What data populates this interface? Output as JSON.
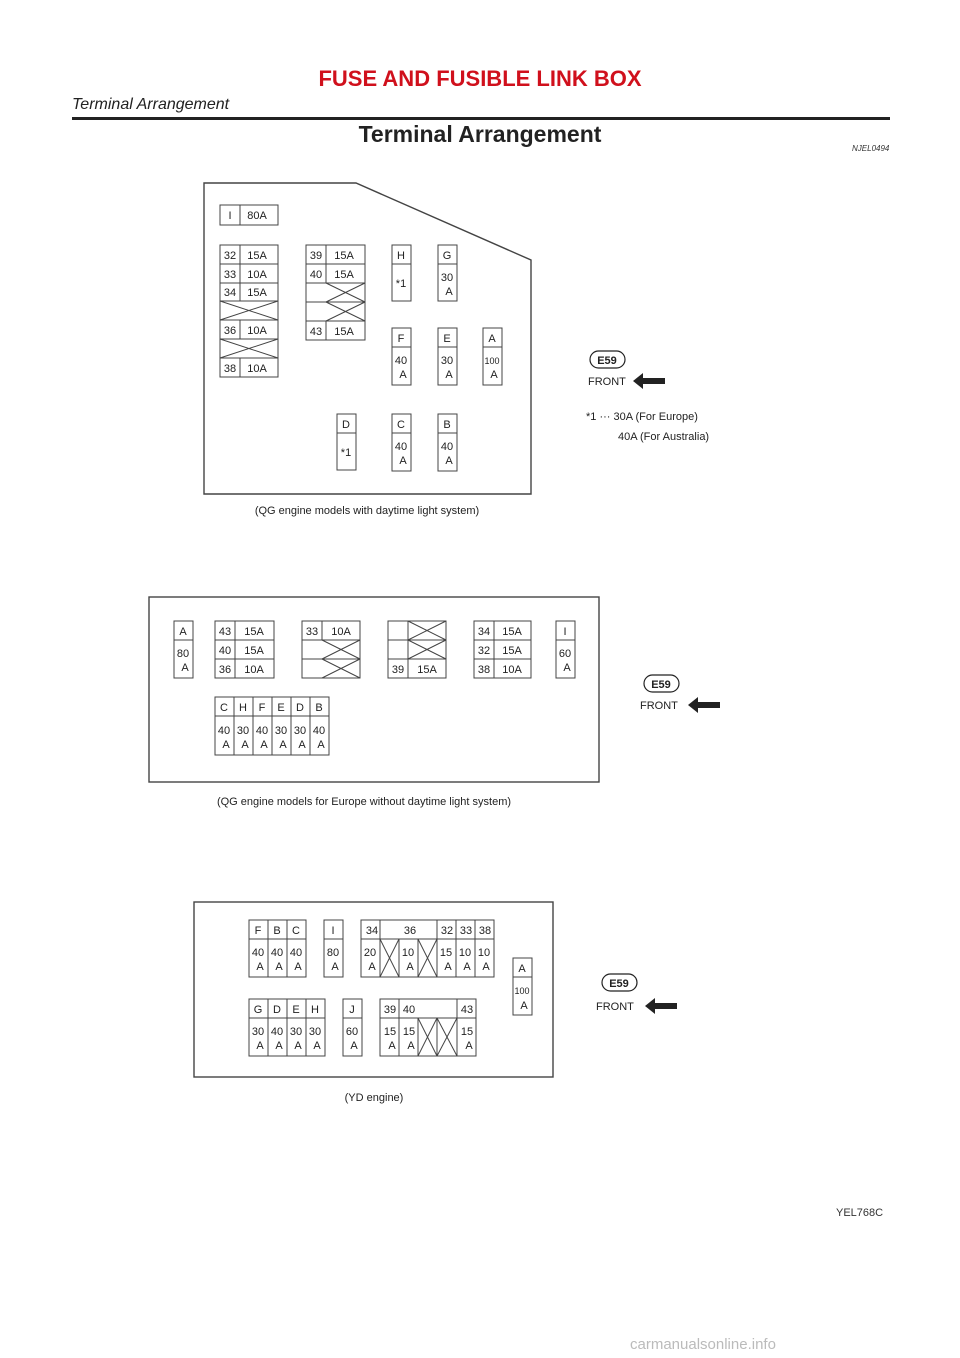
{
  "header": {
    "title": "FUSE AND FUSIBLE LINK BOX",
    "subtitle": "Terminal Arrangement"
  },
  "section": {
    "title": "Terminal Arrangement",
    "code": "NJEL0494"
  },
  "front_tag": {
    "connector": "E59",
    "label": "FRONT"
  },
  "diagram1": {
    "caption": "(QG engine models with daytime light system)",
    "note_line1": "*1 ··· 30A (For Europe)",
    "note_line2": "40A (For Australia)",
    "rows": [
      [
        "I",
        "80A"
      ],
      [
        "32",
        "15A"
      ],
      [
        "33",
        "10A"
      ],
      [
        "34",
        "15A"
      ],
      [
        "36",
        "10A"
      ],
      [
        "38",
        "10A"
      ],
      [
        "39",
        "15A"
      ],
      [
        "40",
        "15A"
      ],
      [
        "43",
        "15A"
      ]
    ],
    "vert": [
      [
        "H",
        "*1",
        ""
      ],
      [
        "G",
        "30",
        "A"
      ],
      [
        "F",
        "40",
        "A"
      ],
      [
        "E",
        "30",
        "A"
      ],
      [
        "A",
        "100",
        "A"
      ],
      [
        "D",
        "*1",
        ""
      ],
      [
        "C",
        "40",
        "A"
      ],
      [
        "B",
        "40",
        "A"
      ]
    ]
  },
  "diagram2": {
    "caption": "(QG engine models for Europe without daytime light system)",
    "left": [
      "A",
      "80",
      "A"
    ],
    "right": [
      "I",
      "60",
      "A"
    ],
    "rows": [
      [
        "43",
        "15A"
      ],
      [
        "40",
        "15A"
      ],
      [
        "36",
        "10A"
      ],
      [
        "33",
        "10A"
      ],
      [
        "39",
        "15A"
      ],
      [
        "34",
        "15A"
      ],
      [
        "32",
        "15A"
      ],
      [
        "38",
        "10A"
      ]
    ],
    "bottom": [
      [
        "C",
        "40",
        "A"
      ],
      [
        "H",
        "30",
        "A"
      ],
      [
        "F",
        "40",
        "A"
      ],
      [
        "E",
        "30",
        "A"
      ],
      [
        "D",
        "30",
        "A"
      ],
      [
        "B",
        "40",
        "A"
      ]
    ]
  },
  "diagram3": {
    "caption": "(YD engine)",
    "g1": [
      [
        "F",
        "40",
        "A"
      ],
      [
        "B",
        "40",
        "A"
      ],
      [
        "C",
        "40",
        "A"
      ]
    ],
    "g2": [
      [
        "I",
        "80",
        "A"
      ]
    ],
    "g3": [
      [
        "34",
        "20",
        "A"
      ],
      [
        "",
        "",
        ""
      ],
      [
        "36",
        "10",
        "A"
      ],
      [
        "",
        "",
        ""
      ],
      [
        "32",
        "15",
        "A"
      ],
      [
        "33",
        "10",
        "A"
      ],
      [
        "38",
        "10",
        "A"
      ]
    ],
    "g4": [
      [
        "A",
        "100",
        "A"
      ]
    ],
    "g5": [
      [
        "G",
        "30",
        "A"
      ],
      [
        "D",
        "40",
        "A"
      ],
      [
        "E",
        "30",
        "A"
      ],
      [
        "H",
        "30",
        "A"
      ]
    ],
    "g6": [
      [
        "J",
        "60",
        "A"
      ]
    ],
    "g7": [
      [
        "39",
        "15",
        "A"
      ],
      [
        "40",
        "15",
        "A"
      ],
      [
        "",
        "",
        ""
      ],
      [
        "",
        "",
        ""
      ],
      [
        "43",
        "15",
        "A"
      ]
    ]
  },
  "footer": {
    "code": "YEL768C",
    "watermark": "carmanualsonline.info"
  }
}
